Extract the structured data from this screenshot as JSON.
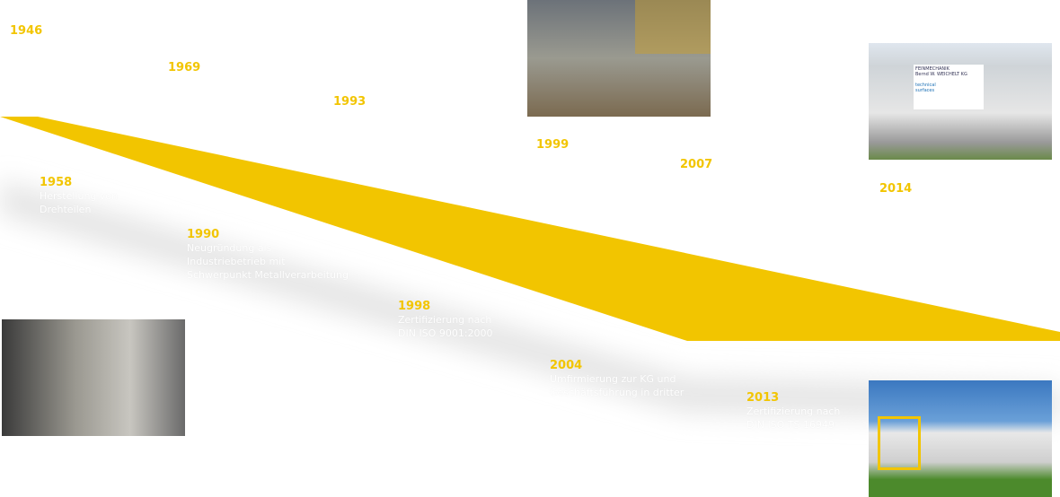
{
  "colors": {
    "accent": "#f2c500"
  },
  "top_years": [
    "1946",
    "1969",
    "1993",
    "1999",
    "2007",
    "2014"
  ],
  "events": [
    {
      "year": "1958",
      "lines": [
        "Herstellung von",
        "Drehteilen"
      ]
    },
    {
      "year": "1990",
      "lines": [
        "Neugründung als",
        "Industriebetrieb mit",
        "Schwerpunkt Metallverarbeitung"
      ]
    },
    {
      "year": "1998",
      "lines": [
        "Zertifizierung nach",
        "DIN ISO 9001:2000"
      ]
    },
    {
      "year": "2004",
      "lines": [
        "Umfirmierung zur KG und",
        "Geschäftsführung in dritter"
      ]
    },
    {
      "year": "2013",
      "lines": [
        "Zertifizierung nach",
        "DIN ISO TS 16949"
      ]
    }
  ],
  "sign": {
    "line1": "FEINMECHANIK",
    "line2": "Bernd W. WEICHELT KG",
    "line3": "technical",
    "line4": "surfaces"
  }
}
